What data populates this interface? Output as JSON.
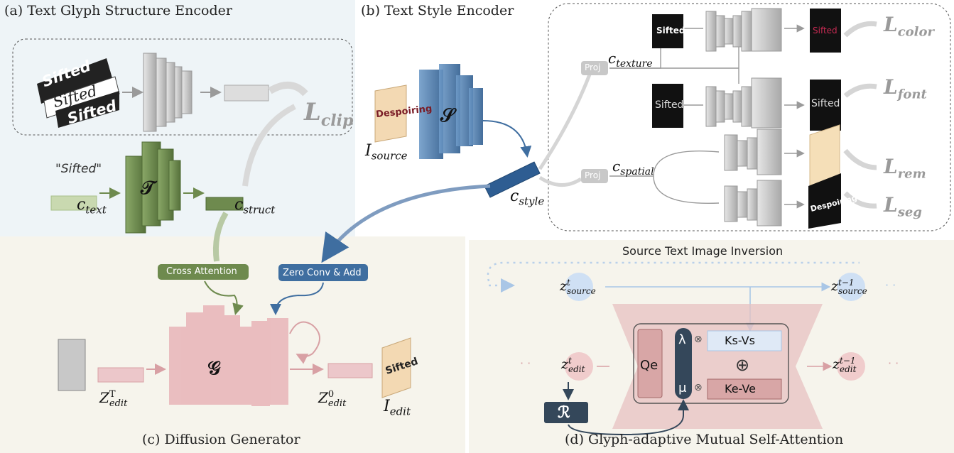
{
  "panels": {
    "a_title": "(a) Text Glyph Structure Encoder",
    "b_title": "(b) Text Style Encoder",
    "c_title": "(c) Diffusion Generator",
    "d_title": "(d) Glyph-adaptive Mutual Self-Attention"
  },
  "glyph_encoder": {
    "sample_words": [
      "Sifted",
      "Sifted",
      "Sifted"
    ],
    "loss_main": "L",
    "loss_sub": "clip",
    "text_quote": "\"Sifted\"",
    "c_text_main": "c",
    "c_text_sub": "text",
    "T_symbol": "𝒯",
    "c_struct_main": "c",
    "c_struct_sub": "struct"
  },
  "style_encoder": {
    "source_word": "Despoiring",
    "I_source_main": "I",
    "I_source_sub": "source",
    "S_symbol": "𝒮",
    "c_style_main": "c",
    "c_style_sub": "style",
    "proj1": "Proj",
    "proj2": "Proj",
    "c_texture_main": "c",
    "c_texture_sub": "texture",
    "c_spatial_main": "c",
    "c_spatial_sub": "spatial",
    "head_words": [
      "Sifted",
      "Sifted",
      "Sifted",
      "Sifted",
      "Despoiring"
    ],
    "losses": [
      {
        "main": "L",
        "sub": "color"
      },
      {
        "main": "L",
        "sub": "font"
      },
      {
        "main": "L",
        "sub": "rem"
      },
      {
        "main": "L",
        "sub": "seg"
      }
    ]
  },
  "diffusion": {
    "cross_attention": "Cross Attention",
    "zero_conv": "Zero Conv & Add",
    "G_symbol": "𝒢",
    "z_T_main": "Z",
    "z_T_sup": "T",
    "z_T_sub": "edit",
    "z_0_main": "Z",
    "z_0_sup": "0",
    "z_0_sub": "edit",
    "I_edit_main": "I",
    "I_edit_sub": "edit",
    "edit_word": "Sifted"
  },
  "attention": {
    "inversion_title": "Source Text Image Inversion",
    "zt_source_main": "z",
    "zt_source_sup": "t",
    "zt_source_sub": "source",
    "zt1_source_main": "z",
    "zt1_source_sup": "t−1",
    "zt1_source_sub": "source",
    "zt_edit_main": "z",
    "zt_edit_sup": "t",
    "zt_edit_sub": "edit",
    "zt1_edit_main": "z",
    "zt1_edit_sup": "t−1",
    "zt1_edit_sub": "edit",
    "Qe": "Qe",
    "lambda": "λ",
    "mu": "μ",
    "KsVs": "Ks-Vs",
    "KeVe": "Ke-Ve",
    "oplus": "⊕",
    "otimes": "⊗",
    "R_symbol": "ℛ",
    "dots": "· ·"
  },
  "colors": {
    "panel_a_bg": "#eef4f7",
    "panel_c_bg": "#f6f4ec",
    "panel_d_bg": "#f6f4ec",
    "green": "#6e8a4e",
    "blue": "#3f6ea0",
    "pink": "#e8b4b8",
    "grey": "#b8b8b8"
  }
}
